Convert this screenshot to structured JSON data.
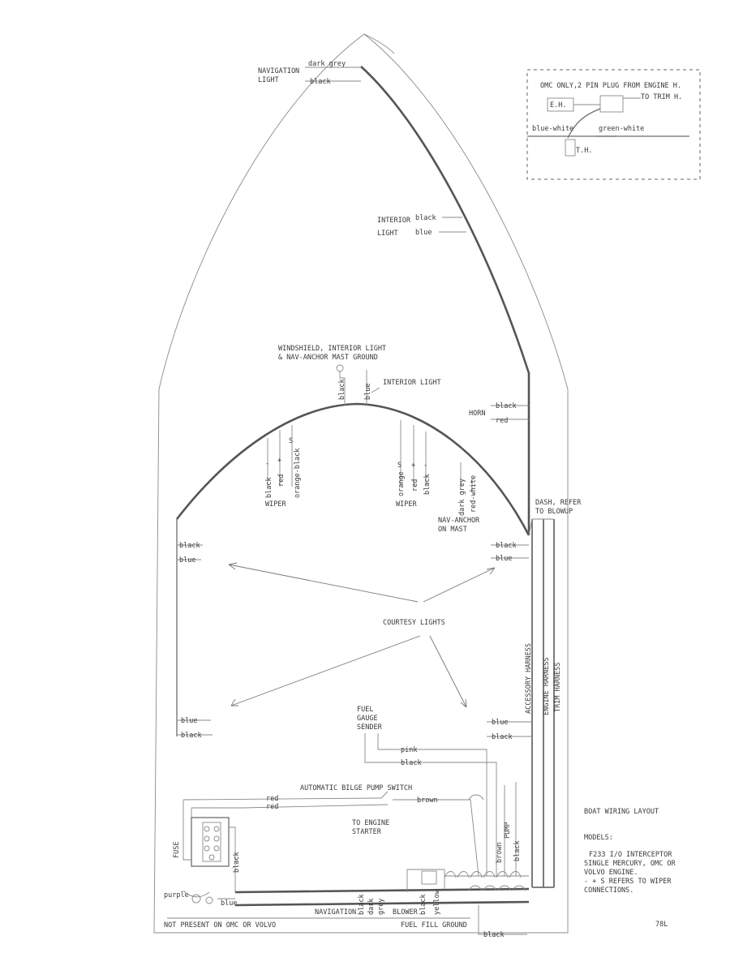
{
  "nav_light": {
    "label_1": "NAVIGATION",
    "label_2": "LIGHT",
    "wire_1": "dark grey",
    "wire_2": "black"
  },
  "omc_box": {
    "line_1": "OMC ONLY,2 PIN PLUG FROM ENGINE H.",
    "line_2": "TO TRIM H.",
    "eh": "E.H.",
    "th": "T.H.",
    "wire_left": "blue-white",
    "wire_right": "green-white"
  },
  "interior_light_bow": {
    "label_1": "INTERIOR",
    "label_2": "LIGHT",
    "wire_1": "black",
    "wire_2": "blue"
  },
  "windshield": {
    "line_1": "WINDSHIELD, INTERIOR LIGHT",
    "line_2": "& NAV-ANCHOR MAST GROUND",
    "wire_black": "black",
    "wire_blue": "blue",
    "interior_light": "INTERIOR LIGHT"
  },
  "horn": {
    "label": "HORN",
    "wire_1": "black",
    "wire_2": "red"
  },
  "wiper_left": {
    "label": "WIPER",
    "wires": [
      "black",
      "red",
      "orange-black"
    ],
    "marks": [
      "-",
      "+",
      "S"
    ]
  },
  "wiper_right": {
    "label": "WIPER",
    "wires": [
      "orange",
      "red",
      "black"
    ],
    "marks": [
      "S",
      "+",
      "-"
    ]
  },
  "nav_anchor": {
    "wires": [
      "dark grey",
      "red-white"
    ],
    "label_1": "NAV-ANCHOR",
    "label_2": "ON MAST"
  },
  "dash": {
    "line_1": "DASH, REFER",
    "line_2": "TO BLOWUP"
  },
  "courtesy": {
    "label": "COURTESY LIGHTS",
    "left_top": [
      "black",
      "blue"
    ],
    "right_top": [
      "black",
      "blue"
    ],
    "left_bottom": [
      "blue",
      "black"
    ],
    "right_bottom": [
      "blue",
      "black"
    ]
  },
  "harness": {
    "accessory": "ACCESSORY HARNESS",
    "engine": "ENGINE HARNESS",
    "trim": "TRIM HARNESS"
  },
  "fuel_gauge": {
    "line_1": "FUEL",
    "line_2": "GAUGE",
    "line_3": "SENDER",
    "wire_1": "pink",
    "wire_2": "black"
  },
  "bilge": {
    "switch_label": "AUTOMATIC BILGE PUMP SWITCH",
    "wire_red_1": "red",
    "wire_red_2": "red",
    "wire_brown": "brown",
    "starter_1": "TO ENGINE",
    "starter_2": "STARTER"
  },
  "pump": {
    "label": "PUMP",
    "wire_1": "brown",
    "wire_2": "black"
  },
  "fuse": {
    "label": "FUSE"
  },
  "stern": {
    "black_wire": "black",
    "purple": "purple",
    "blue": "blue",
    "navigation": "NAVIGATION",
    "nav_wires": [
      "black",
      "dark",
      "grey"
    ],
    "blower": "BLOWER",
    "blower_wires": [
      "black",
      "yellow"
    ],
    "not_present": "NOT PRESENT ON OMC OR VOLVO",
    "fuel_fill": "FUEL FILL GROUND",
    "bottom_black": "black"
  },
  "notes": {
    "title": "BOAT WIRING LAYOUT",
    "models": "MODELS:",
    "line_1": "F233 I/O INTERCEPTOR",
    "line_2": "SINGLE MERCURY, OMC OR",
    "line_3": "VOLVO ENGINE.",
    "line_4": "- + S REFERS TO WIPER",
    "line_5": "CONNECTIONS.",
    "page": "78L"
  }
}
